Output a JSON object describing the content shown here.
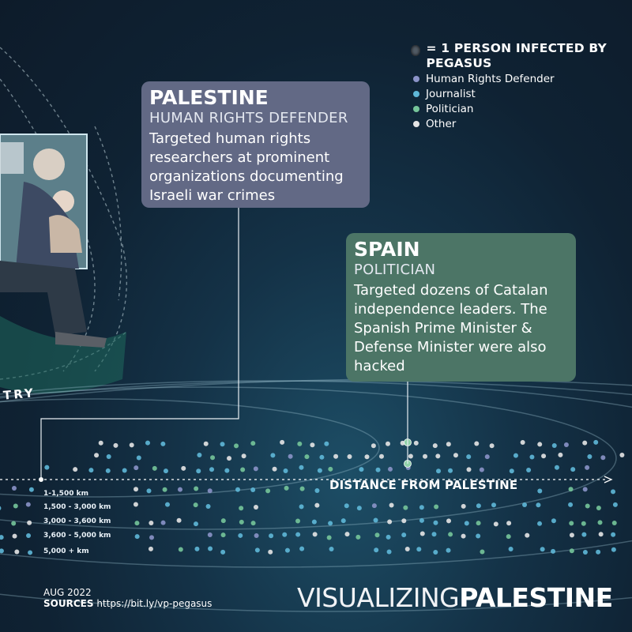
{
  "legend": {
    "heading": "= 1 PERSON INFECTED BY PEGASUS",
    "items": [
      {
        "label": "Human Rights Defender",
        "color": "#8b93c8"
      },
      {
        "label": "Journalist",
        "color": "#5fb8d8"
      },
      {
        "label": "Politician",
        "color": "#76c59a"
      },
      {
        "label": "Other",
        "color": "#e5e5e5"
      }
    ]
  },
  "cards": {
    "palestine": {
      "country": "PALESTINE",
      "category": "HUMAN RIGHTS DEFENDER",
      "description": "Targeted human rights researchers at prominent organizations documenting Israeli war crimes"
    },
    "spain": {
      "country": "SPAIN",
      "category": "POLITICIAN",
      "description": "Targeted dozens of Catalan independence leaders. The Spanish Prime Minister & Defense Minister were also hacked"
    }
  },
  "axis": {
    "label": "DISTANCE FROM PALESTINE"
  },
  "rings": [
    "1-1,500 km",
    "1,500 - 3,000 km",
    "3,000 - 3,600 km",
    "3,600 - 5,000 km",
    "5,000 + km"
  ],
  "partial_label": "TRY",
  "footer": {
    "date": "AUG 2022",
    "sources_label": "SOURCES",
    "sources_url": "https://bit.ly/vp-pegasus",
    "brand_light": "VISUALIZING",
    "brand_bold": "PALESTINE"
  }
}
